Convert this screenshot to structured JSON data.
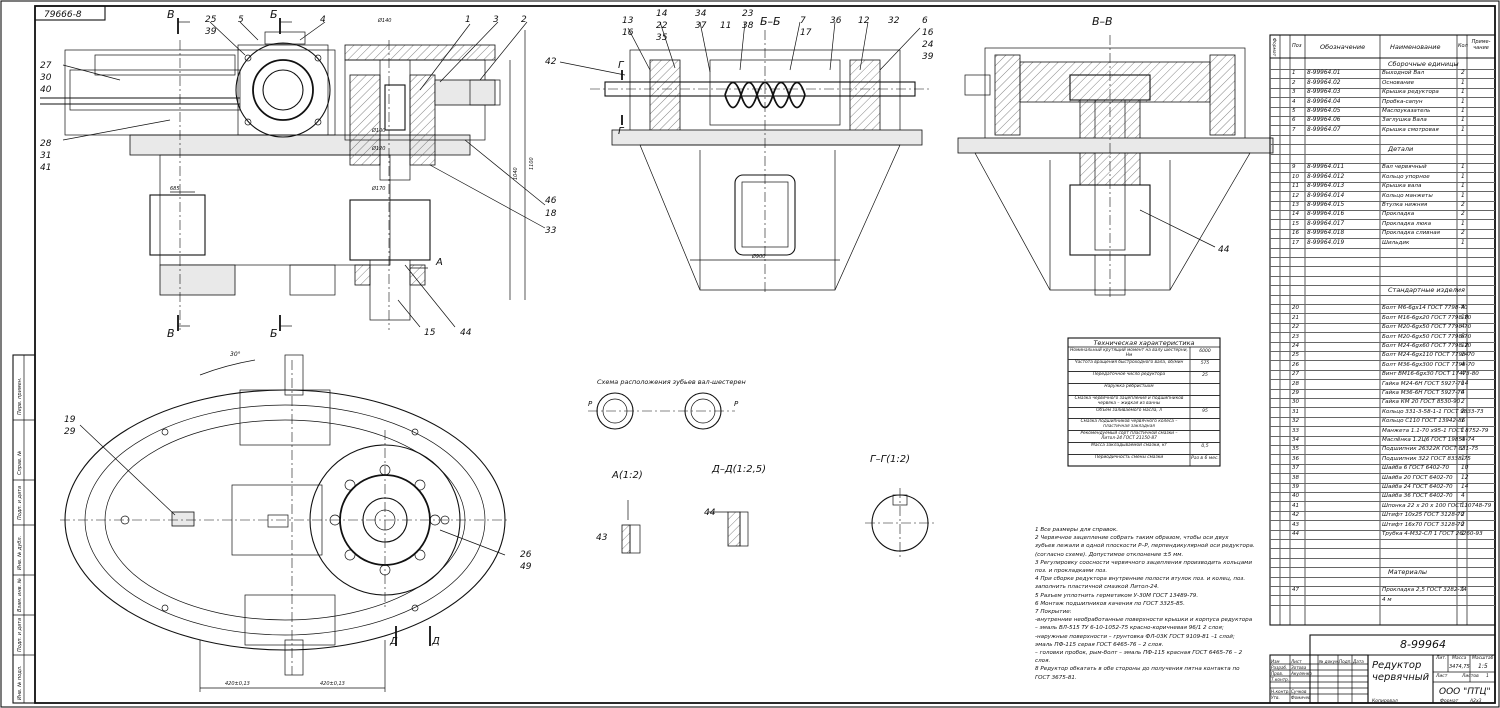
{
  "header": {
    "doc_code_rotated": "79666-8",
    "main_designation": "8-99964",
    "product_name_line1": "Редуктор",
    "product_name_line2": "червячный",
    "organization": "ООО \"ПТЦ\"",
    "mass": "3474,75",
    "scale": "1:5",
    "sheet_label": "Лист",
    "sheets_label": "Листов",
    "sheets_count": "1",
    "copy_label": "Копировал",
    "format_label": "Формат",
    "format_value": "A2x3",
    "stamp_labels": [
      "Изм",
      "Лист",
      "№ докум.",
      "Подп.",
      "Дата"
    ],
    "stamp_roles": [
      "Разраб.",
      "Пров.",
      "Т.контр.",
      "Н.контр.",
      "Утв."
    ],
    "stamp_names": [
      "Зотова",
      "Акуленко",
      "Сучков",
      "Фомичев"
    ],
    "stamp_cols": [
      "Лит.",
      "Масса",
      "Масштаб"
    ]
  },
  "views": {
    "section_bb": "Б–Б",
    "section_vv": "В–В",
    "detail_a": "А(1:2)",
    "detail_dd": "Д–Д(1:2,5)",
    "detail_gg": "Г–Г(1:2)",
    "gear_scheme": "Схема расположения зубьев вал-шестерен",
    "cut_marks": [
      "В",
      "Б",
      "В",
      "Б",
      "Г",
      "Г",
      "Д",
      "Д",
      "А"
    ]
  },
  "callouts": {
    "main_top": [
      "25",
      "39",
      "5",
      "4",
      "1",
      "3",
      "2"
    ],
    "main_left": [
      "27",
      "30",
      "40",
      "28",
      "31",
      "41"
    ],
    "main_right": [
      "46",
      "18",
      "33",
      "15",
      "44"
    ],
    "bb_top": [
      "13",
      "16",
      "14",
      "22",
      "35",
      "34",
      "37",
      "11",
      "23",
      "38",
      "7",
      "17",
      "36",
      "12",
      "32",
      "6",
      "16",
      "24",
      "39",
      "42"
    ],
    "vv_right": [
      "44"
    ],
    "plan_left": [
      "19",
      "29"
    ],
    "plan_right": [
      "26",
      "49"
    ],
    "details": [
      "43",
      "44"
    ]
  },
  "tech_char": {
    "title": "Техническая характеристика",
    "rows": [
      {
        "label": "Номинальный крутящий момент на валу шестерни, Нм",
        "value": "6000"
      },
      {
        "label": "Частота вращения быстроходного вала, об/мин",
        "value": "575"
      },
      {
        "label": "Передаточное число редуктора",
        "value": "25"
      },
      {
        "label": "Наружка ребристыхм",
        "value": ""
      },
      {
        "label": "Смазка червячного зацепления и подшипников червяка – жидкая из ванны",
        "value": ""
      },
      {
        "label": "Объем заливаемого масла, л",
        "value": "95"
      },
      {
        "label": "Смазка подшипников червячного колеса – пластичная закладная",
        "value": ""
      },
      {
        "label": "Рекомендуемый сорт пластичной смазки – Литол-24 ГОСТ 21150-87",
        "value": ""
      },
      {
        "label": "Масса закладываемой смазки, кг",
        "value": "0,5"
      },
      {
        "label": "Периодичность смены смазки",
        "value": "Раз в 6 мес."
      }
    ]
  },
  "notes": [
    "1 Все размеры для справок.",
    "2 Червячное зацепление собрать таким образом, чтобы оси двух",
    "зубьев лежали в одной плоскости Р–Р, перпендикулярной оси редуктора.",
    "(согласно схеме). Допустимое отклонение ±5 мм.",
    "3 Регулировку соосности червячного зацепления производить кольцами",
    "поз. и прокладками поз.",
    "4 При сборке редуктора внутренние полости втулок поз. и колец, поз.",
    "заполнить пластичной смазкой Литол-24.",
    "5 Разъем уплотнить герметиком У-30М ГОСТ 13489-79.",
    "6 Монтаж подшипников качения по ГОСТ 3325-85.",
    "7 Покрытие:",
    "-внутренние необработанные поверхности крышки и корпуса редуктора",
    "– эмаль ВЛ-515 ТУ 6-10-1052-75 красно-коричневая 96/1 2 слоя;",
    "-наружные поверхности – грунтовка ФЛ-03К ГОСТ 9109-81 –1 слой;",
    "эмаль ПФ-115 серая ГОСТ 6465-76 – 2 слоя.",
    "– головки пробок, рым-болт – эмаль ПФ-115 красная ГОСТ 6465-76 – 2",
    "слоя.",
    "8 Редуктор обкатать в обе стороны до получения пятна контакта по",
    "ГОСТ 3675-81."
  ],
  "spec": {
    "headers": [
      "Формат",
      "Поз",
      "Обозначение",
      "Наименование",
      "Кол",
      "Приме-чание"
    ],
    "rows": [
      {
        "pos": "",
        "code": "",
        "name": "Сборочные единицы",
        "qty": "",
        "section": true
      },
      {
        "pos": "1",
        "code": "8-99964.01",
        "name": "Выходной Вал",
        "qty": "2"
      },
      {
        "pos": "2",
        "code": "8-99964.02",
        "name": "Основание",
        "qty": "1"
      },
      {
        "pos": "3",
        "code": "8-99964.03",
        "name": "Крышка редуктора",
        "qty": "1"
      },
      {
        "pos": "4",
        "code": "8-99964.04",
        "name": "Пробка-сапун",
        "qty": "1"
      },
      {
        "pos": "5",
        "code": "8-99964.05",
        "name": "Маслоуказатель",
        "qty": "1"
      },
      {
        "pos": "6",
        "code": "8-99964.06",
        "name": "Заглушка Вала",
        "qty": "1"
      },
      {
        "pos": "7",
        "code": "8-99964.07",
        "name": "Крышка смотровая",
        "qty": "1"
      },
      {
        "pos": "",
        "code": "",
        "name": "",
        "qty": ""
      },
      {
        "pos": "",
        "code": "",
        "name": "Детали",
        "qty": "",
        "section": true
      },
      {
        "pos": "",
        "code": "",
        "name": "",
        "qty": ""
      },
      {
        "pos": "9",
        "code": "8-99964.011",
        "name": "Вал червячный",
        "qty": "1"
      },
      {
        "pos": "10",
        "code": "8-99964.012",
        "name": "Кольцо упорное",
        "qty": "1"
      },
      {
        "pos": "11",
        "code": "8-99964.013",
        "name": "Крышка вала",
        "qty": "1"
      },
      {
        "pos": "12",
        "code": "8-99964.014",
        "name": "Кольцо манжеты",
        "qty": "1"
      },
      {
        "pos": "13",
        "code": "8-99964.015",
        "name": "Втулка нижняя",
        "qty": "2"
      },
      {
        "pos": "14",
        "code": "8-99964.016",
        "name": "Прокладка",
        "qty": "2"
      },
      {
        "pos": "15",
        "code": "8-99964.017",
        "name": "Прокладка люка",
        "qty": "1"
      },
      {
        "pos": "16",
        "code": "8-99964.018",
        "name": "Прокладка сливная",
        "qty": "2"
      },
      {
        "pos": "17",
        "code": "8-99964.019",
        "name": "Шильдик",
        "qty": "1"
      },
      {
        "pos": "",
        "code": "",
        "name": "",
        "qty": ""
      },
      {
        "pos": "",
        "code": "",
        "name": "",
        "qty": ""
      },
      {
        "pos": "",
        "code": "",
        "name": "",
        "qty": ""
      },
      {
        "pos": "",
        "code": "",
        "name": "",
        "qty": ""
      },
      {
        "pos": "",
        "code": "",
        "name": "Стандартные изделия",
        "qty": "",
        "section": true
      },
      {
        "pos": "",
        "code": "",
        "name": "",
        "qty": ""
      },
      {
        "pos": "20",
        "code": "",
        "name": "Болт М6-6gх14 ГОСТ 7798-70",
        "qty": "4"
      },
      {
        "pos": "21",
        "code": "",
        "name": "Болт М16-6gх20 ГОСТ 7798-70",
        "qty": "10"
      },
      {
        "pos": "22",
        "code": "",
        "name": "Болт М20-6gх50 ГОСТ 7798-70",
        "qty": "4"
      },
      {
        "pos": "23",
        "code": "",
        "name": "Болт М20-6gх50 ГОСТ 7798-70",
        "qty": "8"
      },
      {
        "pos": "24",
        "code": "",
        "name": "Болт М24-6gх60 ГОСТ 7798-70",
        "qty": "12"
      },
      {
        "pos": "25",
        "code": "",
        "name": "Болт М24-6gх110 ГОСТ 7798-70",
        "qty": "14"
      },
      {
        "pos": "26",
        "code": "",
        "name": "Болт М36-6gх300 ГОСТ 7798-70",
        "qty": "4"
      },
      {
        "pos": "27",
        "code": "",
        "name": "Винт ВМ16-6gх30 ГОСТ 17473-80",
        "qty": "4"
      },
      {
        "pos": "28",
        "code": "",
        "name": "Гайка М24-6Н ГОСТ 5927-70",
        "qty": "14"
      },
      {
        "pos": "29",
        "code": "",
        "name": "Гайка М36-6Н ГОСТ 5927-70",
        "qty": "4"
      },
      {
        "pos": "30",
        "code": "",
        "name": "Гайка КМ 20 ГОСТ 8530-90",
        "qty": "2"
      },
      {
        "pos": "31",
        "code": "",
        "name": "Кольцо 331-3-58-1-1 ГОСТ 9833-73",
        "qty": "2"
      },
      {
        "pos": "32",
        "code": "",
        "name": "Кольцо С110 ГОСТ 13942-86",
        "qty": "1"
      },
      {
        "pos": "33",
        "code": "",
        "name": "Манжета 1.1-70 х95-1 ГОСТ 8752-79",
        "qty": "1"
      },
      {
        "pos": "34",
        "code": "",
        "name": "Маслёнка 1.2Ц6 ГОСТ 19853-74",
        "qty": "4"
      },
      {
        "pos": "35",
        "code": "",
        "name": "Подшипник 26322К ГОСТ 831-75",
        "qty": "2"
      },
      {
        "pos": "36",
        "code": "",
        "name": "Подшипник 322 ГОСТ 8338-75",
        "qty": "1"
      },
      {
        "pos": "37",
        "code": "",
        "name": "Шайба 6 ГОСТ 6402-70",
        "qty": "10"
      },
      {
        "pos": "38",
        "code": "",
        "name": "Шайба 20 ГОСТ 6402-70",
        "qty": "12"
      },
      {
        "pos": "39",
        "code": "",
        "name": "Шайба 24 ГОСТ 6402-70",
        "qty": "14"
      },
      {
        "pos": "40",
        "code": "",
        "name": "Шайба 36 ГОСТ 6402-70",
        "qty": "4"
      },
      {
        "pos": "41",
        "code": "",
        "name": "Шпонка 22 х 20 х 100 ГОСТ 10748-79",
        "qty": "1"
      },
      {
        "pos": "42",
        "code": "",
        "name": "Штифт 10х25 ГОСТ 3128-70",
        "qty": "2"
      },
      {
        "pos": "43",
        "code": "",
        "name": "Штифт 16х70 ГОСТ 3128-70",
        "qty": "2"
      },
      {
        "pos": "44",
        "code": "",
        "name": "Трубка 4-М32-СЛ 1 ГОСТ 26260-93",
        "qty": "1"
      },
      {
        "pos": "",
        "code": "",
        "name": "",
        "qty": ""
      },
      {
        "pos": "",
        "code": "",
        "name": "",
        "qty": ""
      },
      {
        "pos": "",
        "code": "",
        "name": "",
        "qty": ""
      },
      {
        "pos": "",
        "code": "",
        "name": "Материалы",
        "qty": "",
        "section": true
      },
      {
        "pos": "",
        "code": "",
        "name": "",
        "qty": ""
      },
      {
        "pos": "47",
        "code": "",
        "name": "Прокладка 2,5 ГОСТ 3282-74",
        "qty": "1"
      },
      {
        "pos": "",
        "code": "",
        "name": "4 м",
        "qty": ""
      }
    ]
  },
  "dims": {
    "d1": "Ø140",
    "d2": "Ø100",
    "d3": "Ø120",
    "d4": "Ø170",
    "d5": "Ø900",
    "h1": "1100",
    "h2": "1040",
    "w1": "685",
    "w2": "420±0,13",
    "w3": "420±0,13",
    "a1": "30°",
    "r1": "Р",
    "r2": "Р"
  },
  "side_strip": [
    "Перв. примен.",
    "Справ. №",
    "Подп. и дата",
    "Инв. № дубл.",
    "Взам. инв. №",
    "Подп. и дата",
    "Инв. № подл."
  ]
}
